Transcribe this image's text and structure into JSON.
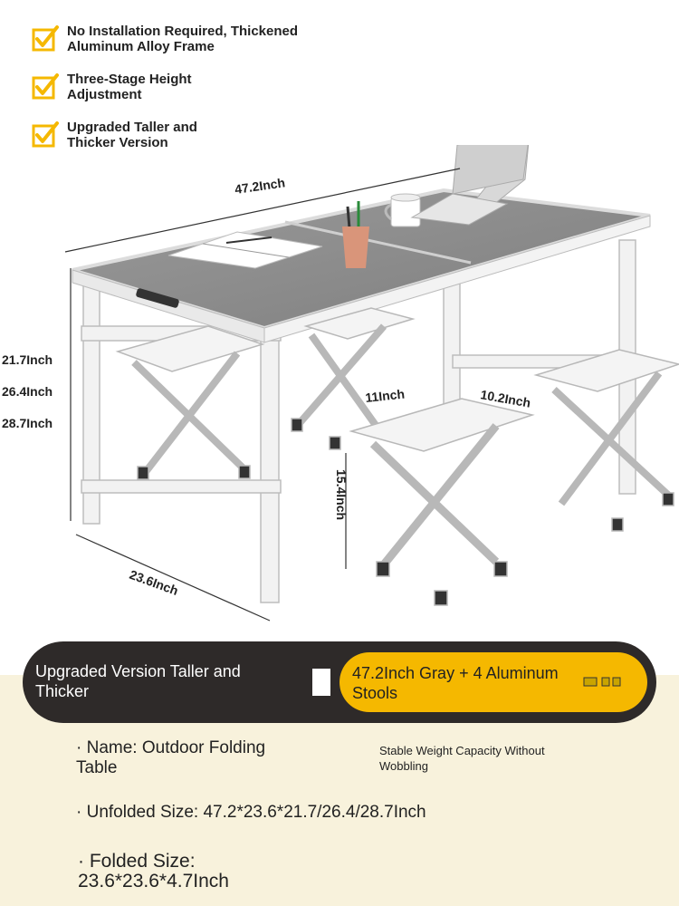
{
  "features": [
    {
      "icon": "checkbox-check-icon",
      "text": "No Installation Required, Thickened\nAluminum Alloy Frame"
    },
    {
      "icon": "checkbox-check-icon",
      "text": "Three-Stage Height\nAdjustment"
    },
    {
      "icon": "checkbox-check-icon",
      "text": "Upgraded Taller and\nThicker Version"
    }
  ],
  "dimensions": {
    "length": "47.2Inch",
    "height_1": "21.7Inch",
    "height_2": "26.4Inch",
    "height_3": "28.7Inch",
    "depth": "23.6Inch",
    "stool_width": "11Inch",
    "stool_depth": "10.2Inch",
    "stool_height": "15.4Inch"
  },
  "colors": {
    "accent": "#f5b800",
    "pill_dark": "#2e2a29",
    "bottom_bg": "#f8f2dc",
    "tabletop": "#8f8f8f"
  },
  "variant_bar": {
    "left_label": "Upgraded Version Taller and\nThicker",
    "right_label": "47.2Inch Gray + 4 Aluminum\nStools"
  },
  "specs": {
    "name": "· Name: Outdoor Folding\nTable",
    "capacity": "Stable Weight Capacity Without\nWobbling",
    "unfolded": "· Unfolded Size: 47.2*23.6*21.7/26.4/28.7Inch",
    "folded": "· Folded Size:\n23.6*23.6*4.7Inch"
  }
}
